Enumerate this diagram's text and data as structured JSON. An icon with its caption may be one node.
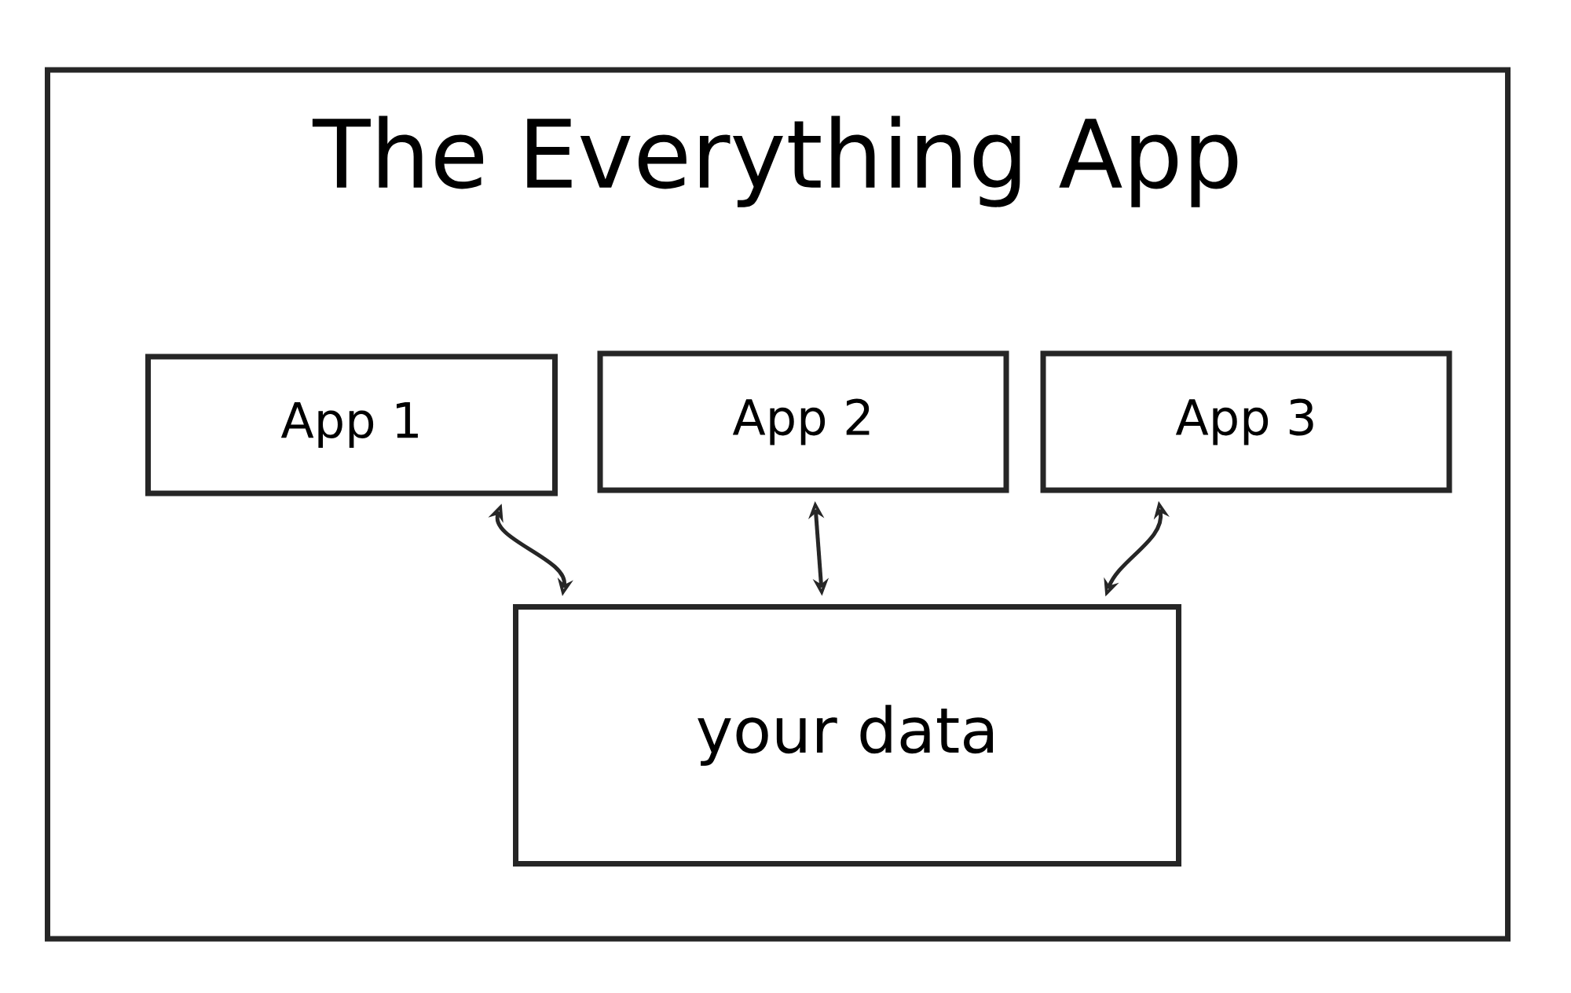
{
  "diagram": {
    "nodes": [
      {
        "text": [
          "The Everything App"
        ]
      },
      {
        "text": [
          "App 1"
        ],
        "in": 0
      },
      {
        "text": [
          "App 2"
        ],
        "in": 0
      },
      {
        "text": [
          "App 3"
        ],
        "in": 0
      },
      {
        "text": [
          "your data"
        ],
        "in": 0
      }
    ],
    "edges": [
      {
        "from": 1,
        "to": 4,
        "arrow": "both"
      },
      {
        "from": 2,
        "to": 4,
        "arrow": "both"
      },
      {
        "from": 3,
        "to": 4,
        "arrow": "both"
      }
    ]
  }
}
